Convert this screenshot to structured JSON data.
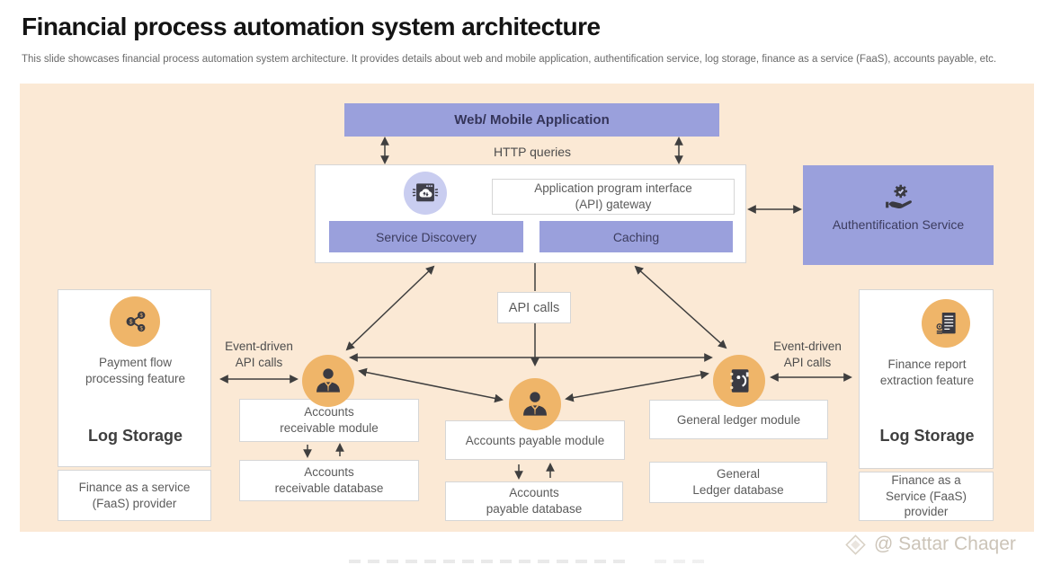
{
  "header": {
    "title": "Financial process automation system architecture",
    "subtitle": "This slide showcases financial process automation system architecture. It provides details about web and mobile application, authentification service, log storage, finance as a service (FaaS), accounts payable, etc."
  },
  "diagram": {
    "top": {
      "web_mobile_app": "Web/ Mobile Application",
      "http_queries": "HTTP queries",
      "api_gateway": "Application program interface\n(API) gateway",
      "service_discovery": "Service Discovery",
      "caching": "Caching",
      "auth_service": "Authentification Service"
    },
    "labels": {
      "api_calls": "API calls",
      "event_driven": "Event-driven\nAPI calls"
    },
    "left_panel": {
      "feature": "Payment flow\nprocessing feature",
      "log_storage": "Log Storage",
      "faas": "Finance as a service\n(FaaS) provider"
    },
    "right_panel": {
      "feature": "Finance report\nextraction feature",
      "log_storage": "Log Storage",
      "faas": "Finance as a\nService (FaaS)\nprovider"
    },
    "modules": {
      "ar_module": "Accounts\nreceivable module",
      "ar_database": "Accounts\nreceivable database",
      "ap_module": "Accounts payable module",
      "ap_database": "Accounts\npayable database",
      "gl_module": "General ledger module",
      "gl_database": "General\nLedger database"
    }
  },
  "icons": {
    "api_gateway": "cloud-browser-icon",
    "auth": "hand-holding-gear-check-icon",
    "payment_flow": "network-dollar-share-icon",
    "accounts_person": "businessman-icon",
    "ledger": "ledger-book-icon",
    "report": "finance-report-icon",
    "watermark": "diamond-logo-icon"
  },
  "colors": {
    "purple": "#9aa0dc",
    "icon_circle_purple": "#c9cdf0",
    "peach_background": "#fbe9d5",
    "orange": "#efb569",
    "arrow": "#3f3f3f"
  },
  "watermark": {
    "text": "@ Sattar Chaqer"
  }
}
